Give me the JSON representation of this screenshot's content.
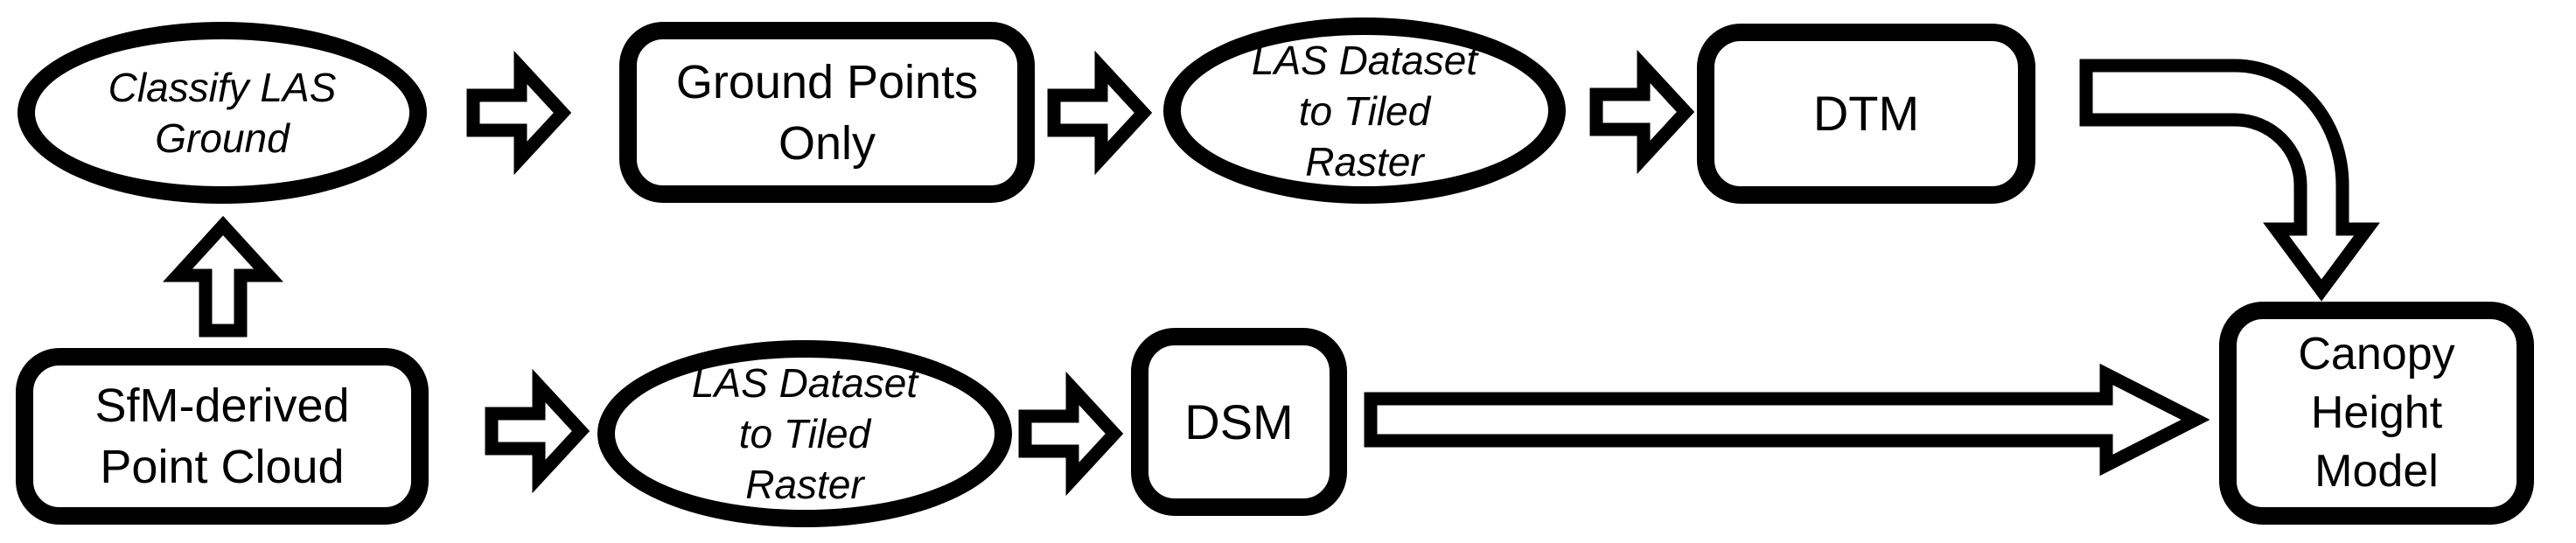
{
  "colors": {
    "stroke": "#000000",
    "fill": "#ffffff",
    "text": "#000000"
  },
  "nodes": {
    "classify_las_ground": {
      "shape": "ellipse",
      "text_style": "italic",
      "lines": [
        "Classify LAS",
        "Ground"
      ]
    },
    "ground_points_only": {
      "shape": "rounded-rect",
      "text_style": "normal",
      "lines": [
        "Ground Points",
        "Only"
      ]
    },
    "las_dataset_to_tiled_raster_top": {
      "shape": "ellipse",
      "text_style": "italic",
      "lines": [
        "LAS Dataset",
        "to Tiled",
        "Raster"
      ]
    },
    "dtm": {
      "shape": "rounded-rect",
      "text_style": "normal",
      "lines": [
        "DTM"
      ]
    },
    "sfm_derived_point_cloud": {
      "shape": "rounded-rect",
      "text_style": "normal",
      "lines": [
        "SfM-derived",
        "Point Cloud"
      ]
    },
    "las_dataset_to_tiled_raster_bottom": {
      "shape": "ellipse",
      "text_style": "italic",
      "lines": [
        "LAS Dataset",
        "to Tiled",
        "Raster"
      ]
    },
    "dsm": {
      "shape": "rounded-rect",
      "text_style": "normal",
      "lines": [
        "DSM"
      ]
    },
    "canopy_height_model": {
      "shape": "rounded-rect",
      "text_style": "normal",
      "lines": [
        "Canopy",
        "Height",
        "Model"
      ]
    }
  },
  "edges": [
    {
      "from": "sfm_derived_point_cloud",
      "to": "classify_las_ground",
      "direction": "up"
    },
    {
      "from": "classify_las_ground",
      "to": "ground_points_only",
      "direction": "right"
    },
    {
      "from": "ground_points_only",
      "to": "las_dataset_to_tiled_raster_top",
      "direction": "right"
    },
    {
      "from": "las_dataset_to_tiled_raster_top",
      "to": "dtm",
      "direction": "right"
    },
    {
      "from": "dtm",
      "to": "canopy_height_model",
      "direction": "right-then-down"
    },
    {
      "from": "sfm_derived_point_cloud",
      "to": "las_dataset_to_tiled_raster_bottom",
      "direction": "right"
    },
    {
      "from": "las_dataset_to_tiled_raster_bottom",
      "to": "dsm",
      "direction": "right"
    },
    {
      "from": "dsm",
      "to": "canopy_height_model",
      "direction": "right"
    }
  ]
}
